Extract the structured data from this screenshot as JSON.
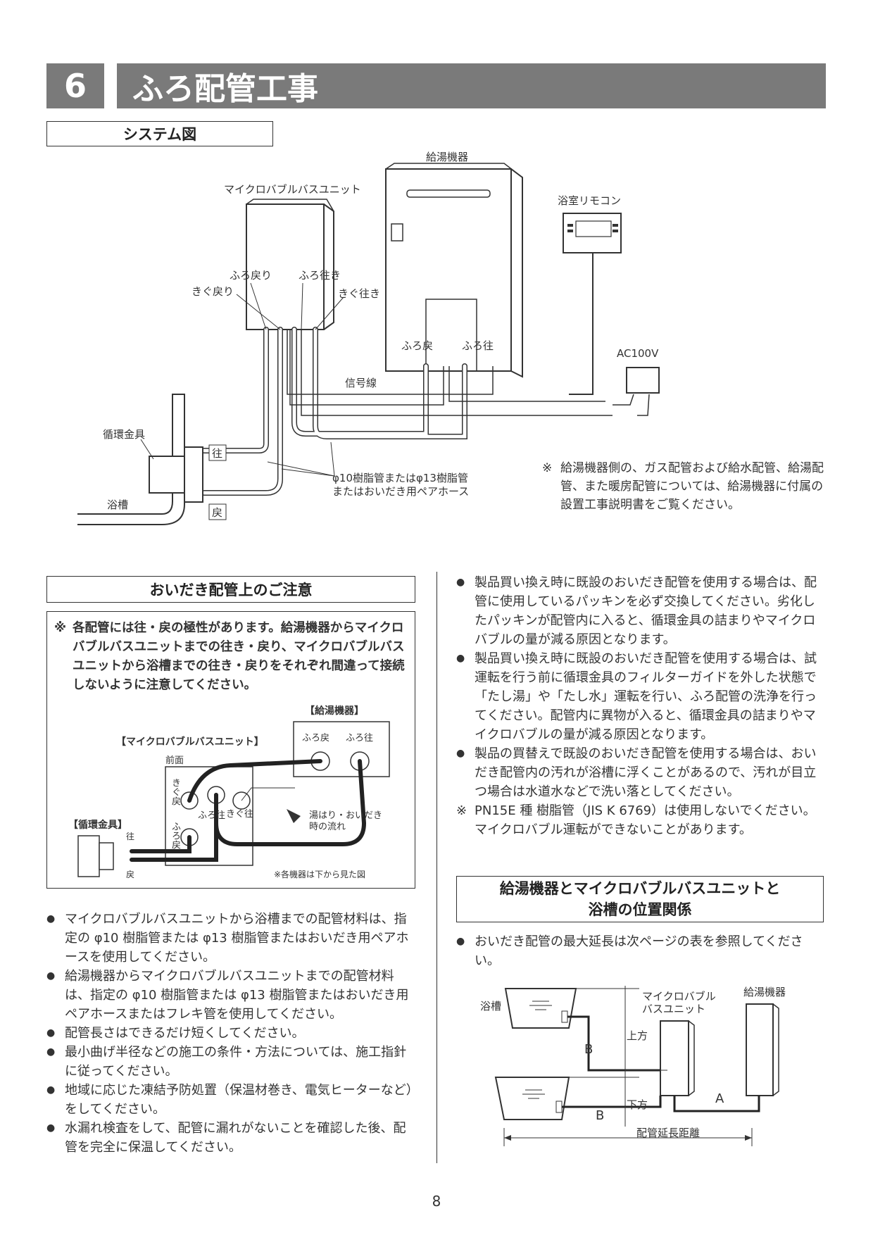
{
  "header": {
    "section_number": "6",
    "title": "ふろ配管工事"
  },
  "system_diagram": {
    "heading": "システム図",
    "labels": {
      "water_heater": "給湯機器",
      "bath_remote": "浴室リモコン",
      "microbubble_unit": "マイクロバブルバスユニット",
      "furo_modori": "ふろ戻り",
      "furo_yuki": "ふろ往き",
      "kigu_modori": "きぐ戻り",
      "kigu_yuki": "きぐ往き",
      "heater_furo_modori": "ふろ戻",
      "heater_furo_yuki": "ふろ往",
      "ac": "AC100V",
      "signal_line": "信号線",
      "circulation_fitting": "循環金具",
      "yuki": "往",
      "modori": "戻",
      "bathtub": "浴槽",
      "pipe_spec_1": "φ10樹脂管またはφ13樹脂管",
      "pipe_spec_2": "またはおいだき用ペアホース"
    },
    "note": "給湯機器側の、ガス配管および給水配管、給湯配管、また暖房配管については、給湯機器に付属の設置工事説明書をご覧ください。"
  },
  "oidaki_section": {
    "heading": "おいだき配管上のご注意",
    "warning": "各配管には往・戻の極性があります。給湯機器からマイクロバブルバスユニットまでの往き・戻り、マイクロバブルバスユニットから浴槽までの往き・戻りをそれぞれ間違って接続しないように注意してください。",
    "diagram": {
      "water_heater_tag": "【給湯機器】",
      "unit_tag": "【マイクロバブルバスユニット】",
      "fitting_tag": "【循環金具】",
      "front": "前面",
      "furo_modori": "ふろ戻",
      "furo_yuki": "ふろ往",
      "kigu_modori": "きぐ戻",
      "kigu_yuki": "きぐ往",
      "unit_furo_yuki": "ふろ往",
      "unit_furo_modori": "ふろ戻",
      "flow_1": "湯はり・おいだき",
      "flow_2": "時の流れ",
      "yuki": "往",
      "modori": "戻",
      "view_note": "※各機器は下から見た図"
    },
    "bullets": [
      "マイクロバブルバスユニットから浴槽までの配管材料は、指定の φ10 樹脂管または φ13 樹脂管またはおいだき用ペアホースを使用してください。",
      "給湯機器からマイクロバブルバスユニットまでの配管材料は、指定の φ10 樹脂管または φ13 樹脂管またはおいだき用ペアホースまたはフレキ管を使用してください。",
      "配管長さはできるだけ短くしてください。",
      "最小曲げ半径などの施工の条件・方法については、施工指針に従ってください。",
      "地域に応じた凍結予防処置（保温材巻き、電気ヒーターなど）をしてください。",
      "水漏れ検査をして、配管に漏れがないことを確認した後、配管を完全に保温してください。"
    ]
  },
  "right_column": {
    "bullets": [
      "製品買い換え時に既設のおいだき配管を使用する場合は、配管に使用しているパッキンを必ず交換してください。劣化したパッキンが配管内に入ると、循環金具の詰まりやマイクロバブルの量が減る原因となります。",
      "製品買い換え時に既設のおいだき配管を使用する場合は、試運転を行う前に循環金具のフィルターガイドを外した状態で「たし湯」や「たし水」運転を行い、ふろ配管の洗浄を行ってください。配管内に異物が入ると、循環金具の詰まりやマイクロバブルの量が減る原因となります。",
      "製品の買替えで既設のおいだき配管を使用する場合は、おいだき配管内の汚れが浴槽に浮くことがあるので、汚れが目立つ場合は水道水などで洗い落としてください。"
    ],
    "note": "PN15E 種 樹脂管（JIS K 6769）は使用しないでください。マイクロバブル運転ができないことがあります。"
  },
  "position_section": {
    "heading_line1": "給湯機器とマイクロバブルバスユニットと",
    "heading_line2": "浴槽の位置関係",
    "bullet": "おいだき配管の最大延長は次ページの表を参照してください。",
    "diagram": {
      "bathtub": "浴槽",
      "unit_line1": "マイクロバブル",
      "unit_line2": "バスユニット",
      "water_heater": "給湯機器",
      "upper": "上方",
      "lower": "下方",
      "b": "B",
      "a": "A",
      "distance": "配管延長距離"
    }
  },
  "page_number": "8"
}
